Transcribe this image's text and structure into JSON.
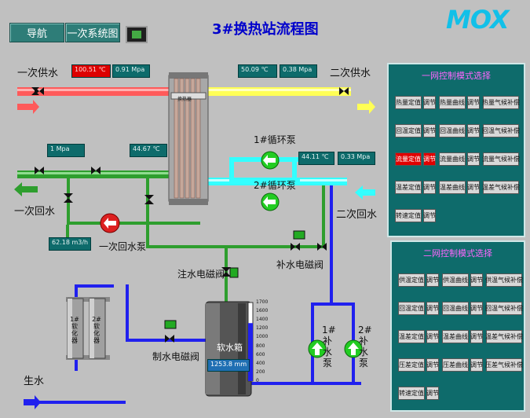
{
  "header": {
    "nav_label": "导航",
    "primary_label": "一次系统图",
    "title": "3#换热站流程图",
    "logo": "MOX"
  },
  "labels": {
    "primary_supply": "一次供水",
    "primary_return": "一次回水",
    "secondary_supply": "二次供水",
    "secondary_return": "二次回水",
    "pump1": "1#循环泵",
    "pump2": "2#循环泵",
    "primary_return_pump": "一次回水泵",
    "fill_valve": "注水电磁阀",
    "makeup_valve": "补水电磁阀",
    "softwater_valve": "制水电磁阀",
    "tank": "软水箱",
    "raw_water": "生水",
    "softener1": "1#软化器",
    "softener2": "2#软化器",
    "makeup_pump1": "1#补水泵",
    "makeup_pump2": "2#补水泵",
    "heat_exchanger": "换热器"
  },
  "readouts": {
    "ps_temp": "100.51 ℃",
    "ps_pressure": "0.91 Mpa",
    "ss_temp": "50.09 ℃",
    "ss_pressure": "0.38 Mpa",
    "pr_pressure": "1 Mpa",
    "pr_temp": "44.67 ℃",
    "sr_temp": "44.11 ℃",
    "sr_pressure": "0.33 Mpa",
    "flow": "62.18 m3/h",
    "tank_level": "1253.8 mm"
  },
  "tank_scale": [
    "1700",
    "1600",
    "1400",
    "1200",
    "1000",
    "800",
    "600",
    "400",
    "200",
    "0"
  ],
  "tank_level_value": 1253.8,
  "tank_level_max": 1700,
  "panel1": {
    "title": "一网控制模式选择",
    "rows": [
      [
        "热量定值",
        "调节",
        "热量曲线",
        "调节",
        "热量气候补偿"
      ],
      [
        "回温定值",
        "调节",
        "回温曲线",
        "调节",
        "回温气候补偿"
      ],
      [
        "流量定值",
        "调节",
        "流量曲线",
        "调节",
        "流量气候补偿"
      ],
      [
        "温差定值",
        "调节",
        "温差曲线",
        "调节",
        "温差气候补偿"
      ],
      [
        "转速定值",
        "调节"
      ]
    ]
  },
  "panel2": {
    "title": "二网控制模式选择",
    "rows": [
      [
        "供温定值",
        "调节",
        "供温曲线",
        "调节",
        "供温气候补偿"
      ],
      [
        "回温定值",
        "调节",
        "回温曲线",
        "调节",
        "回温气候补偿"
      ],
      [
        "温差定值",
        "调节",
        "温差曲线",
        "调节",
        "温差气候补偿"
      ],
      [
        "压差定值",
        "调节",
        "压差曲线",
        "调节",
        "压差气候补偿"
      ],
      [
        "转速定值",
        "调节"
      ]
    ]
  },
  "colors": {
    "primary_supply": "#ff6060",
    "primary_return": "#2e9e2e",
    "secondary_supply": "#ffff66",
    "secondary_return": "#33ffff",
    "water": "#2020ee",
    "panel": "#0e6b6b",
    "title": "#0000cc"
  }
}
